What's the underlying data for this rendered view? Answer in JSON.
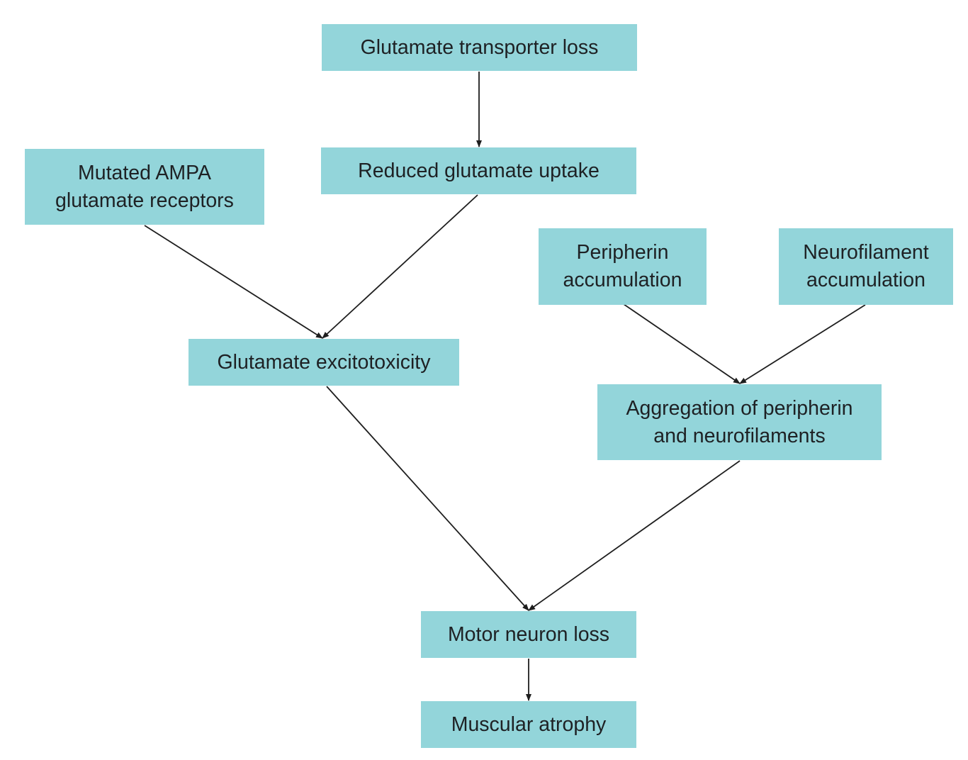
{
  "colors": {
    "box_fill": "#93d5da",
    "text": "#1e2124",
    "arrow": "#1e1e1e"
  },
  "nodes": {
    "transporter": {
      "label": "Glutamate transporter loss"
    },
    "reduced": {
      "label": "Reduced glutamate uptake"
    },
    "ampa": {
      "label": "Mutated AMPA\nglutamate receptors"
    },
    "periph": {
      "label": "Peripherin\naccumulation"
    },
    "neurofil": {
      "label": "Neurofilament\naccumulation"
    },
    "excito": {
      "label": "Glutamate excitotoxicity"
    },
    "aggreg": {
      "label": "Aggregation of peripherin\nand neurofilaments"
    },
    "motor": {
      "label": "Motor neuron loss"
    },
    "atrophy": {
      "label": "Muscular atrophy"
    }
  },
  "edges": [
    {
      "from": "transporter",
      "to": "reduced"
    },
    {
      "from": "ampa",
      "to": "excito"
    },
    {
      "from": "reduced",
      "to": "excito"
    },
    {
      "from": "periph",
      "to": "aggreg"
    },
    {
      "from": "neurofil",
      "to": "aggreg"
    },
    {
      "from": "excito",
      "to": "motor"
    },
    {
      "from": "aggreg",
      "to": "motor"
    },
    {
      "from": "motor",
      "to": "atrophy"
    }
  ]
}
